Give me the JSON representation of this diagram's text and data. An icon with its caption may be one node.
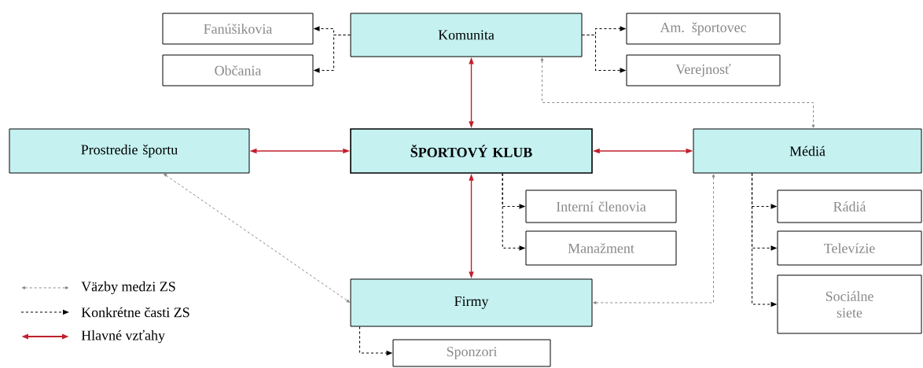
{
  "diagram": {
    "nodes": [
      {
        "text": [
          "Komunita"
        ]
      },
      {
        "text": [
          "Fanúšikovia"
        ]
      },
      {
        "text": [
          "Občania"
        ]
      },
      {
        "text": [
          "Am. športovec"
        ]
      },
      {
        "text": [
          "Verejnosť"
        ]
      },
      {
        "text": [
          "Prostredie športu"
        ]
      },
      {
        "text": [
          "ŠPORTOVÝ KLUB"
        ]
      },
      {
        "text": [
          "Médiá"
        ]
      },
      {
        "text": [
          "Interní členovia"
        ]
      },
      {
        "text": [
          "Manažment"
        ]
      },
      {
        "text": [
          "Firmy"
        ]
      },
      {
        "text": [
          "Rádiá"
        ]
      },
      {
        "text": [
          "Televízie"
        ]
      },
      {
        "text": [
          "Sociálne siete"
        ]
      },
      {
        "text": [
          "Sponzori"
        ]
      }
    ],
    "edges": [
      {
        "from": 0,
        "to": 6,
        "arrow": "both",
        "color": "#c0202c"
      },
      {
        "from": 5,
        "to": 6,
        "arrow": "both",
        "color": "#c0202c"
      },
      {
        "from": 6,
        "to": 7,
        "arrow": "both",
        "color": "#c0202c"
      },
      {
        "from": 6,
        "to": 10,
        "arrow": "both",
        "color": "#c0202c"
      },
      {
        "from": 0,
        "to": 1,
        "arrow": "to",
        "style": "dashed"
      },
      {
        "from": 0,
        "to": 2,
        "arrow": "to",
        "style": "dashed"
      },
      {
        "from": 0,
        "to": 3,
        "arrow": "to",
        "style": "dashed"
      },
      {
        "from": 0,
        "to": 4,
        "arrow": "to",
        "style": "dashed"
      },
      {
        "from": 6,
        "to": 8,
        "arrow": "to",
        "style": "dashed"
      },
      {
        "from": 6,
        "to": 9,
        "arrow": "to",
        "style": "dashed"
      },
      {
        "from": 7,
        "to": 11,
        "arrow": "to",
        "style": "dashed"
      },
      {
        "from": 7,
        "to": 12,
        "arrow": "to",
        "style": "dashed"
      },
      {
        "from": 7,
        "to": 13,
        "arrow": "to",
        "style": "dashed"
      },
      {
        "from": 10,
        "to": 14,
        "arrow": "to",
        "style": "dashed"
      },
      {
        "from": 0,
        "to": 7,
        "arrow": "both",
        "style": "dashed",
        "color": "#888888"
      },
      {
        "from": 5,
        "to": 10,
        "arrow": "both",
        "style": "dashed",
        "color": "#888888"
      },
      {
        "from": 10,
        "to": 7,
        "arrow": "both",
        "style": "dashed",
        "color": "#888888"
      }
    ],
    "legend": [
      {
        "text": "Väzby medzi ZS"
      },
      {
        "text": "Konkrétne časti ZS"
      },
      {
        "text": "Hlavné vzťahy"
      }
    ]
  }
}
